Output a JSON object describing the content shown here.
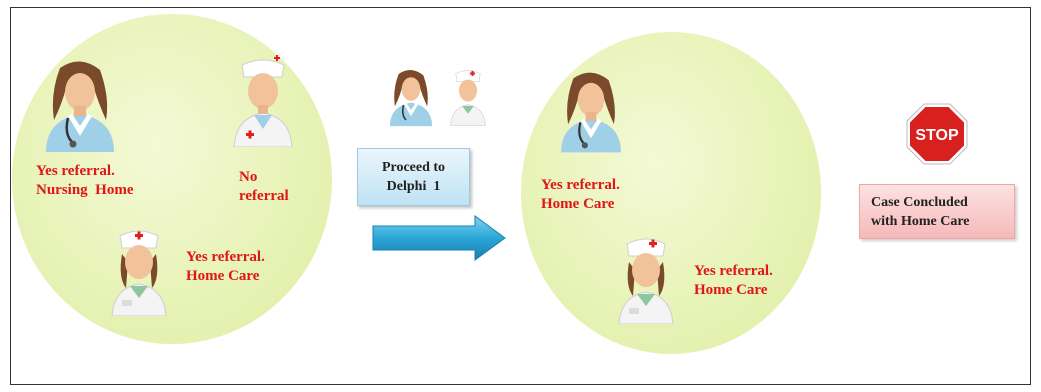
{
  "left_group": {
    "nursing_home_label": "Yes referral.\nNursing  Home",
    "no_referral_label": "No\nreferral",
    "home_care_label": "Yes referral.\nHome Care"
  },
  "process": {
    "step_label": "Proceed to\nDelphi  1"
  },
  "right_group": {
    "home_care_label_1": "Yes referral.\nHome Care",
    "home_care_label_2": "Yes referral.\nHome Care"
  },
  "outcome": {
    "stop_text": "STOP",
    "conclusion_label": "Case Concluded\nwith Home Care"
  },
  "colors": {
    "label_red": "#e01515",
    "circle_green": "#e8f3b8",
    "arrow_blue": "#2aa6d6",
    "stop_red": "#d8201f"
  },
  "icons": [
    "doctor-female-icon",
    "nurse-male-icon",
    "nurse-female-icon",
    "stop-sign-icon",
    "arrow-right-icon"
  ]
}
